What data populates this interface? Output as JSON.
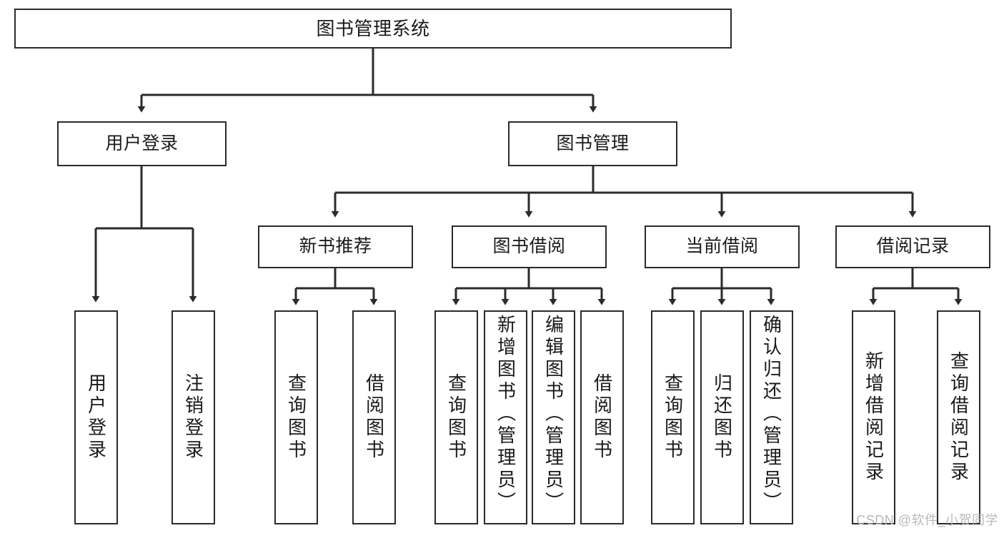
{
  "diagram": {
    "title": "图书管理系统",
    "type": "tree",
    "watermark": "CSDN @软件_小贺同学",
    "colors": {
      "stroke": "#2b2b2b",
      "fill": "#ffffff",
      "text": "#1a1a1a",
      "watermark": "#b9b9b9"
    },
    "nodes": {
      "root": {
        "label": "图书管理系统"
      },
      "level2": [
        {
          "id": "user-login",
          "label": "用户登录"
        },
        {
          "id": "book-manage",
          "label": "图书管理"
        }
      ],
      "level3": [
        {
          "id": "new-book-recommend",
          "label": "新书推荐"
        },
        {
          "id": "book-borrow",
          "label": "图书借阅"
        },
        {
          "id": "current-borrow",
          "label": "当前借阅"
        },
        {
          "id": "borrow-record",
          "label": "借阅记录"
        }
      ],
      "leaves": {
        "user-login": [
          {
            "id": "leaf-user-login",
            "label": "用户登录"
          },
          {
            "id": "leaf-logout-login",
            "label": "注销登录"
          }
        ],
        "new-book-recommend": [
          {
            "id": "leaf-query-book-1",
            "label": "查询图书"
          },
          {
            "id": "leaf-borrow-book-1",
            "label": "借阅图书"
          }
        ],
        "book-borrow": [
          {
            "id": "leaf-query-book-2",
            "label": "查询图书"
          },
          {
            "id": "leaf-add-book",
            "label": "新增图书（管理员）"
          },
          {
            "id": "leaf-edit-book",
            "label": "编辑图书（管理员）"
          },
          {
            "id": "leaf-borrow-book-2",
            "label": "借阅图书"
          }
        ],
        "current-borrow": [
          {
            "id": "leaf-query-book-3",
            "label": "查询图书"
          },
          {
            "id": "leaf-return-book",
            "label": "归还图书"
          },
          {
            "id": "leaf-confirm-return",
            "label": "确认归还（管理员）"
          }
        ],
        "borrow-record": [
          {
            "id": "leaf-add-record",
            "label": "新增借阅记录"
          },
          {
            "id": "leaf-query-record",
            "label": "查询借阅记录"
          }
        ]
      }
    }
  }
}
